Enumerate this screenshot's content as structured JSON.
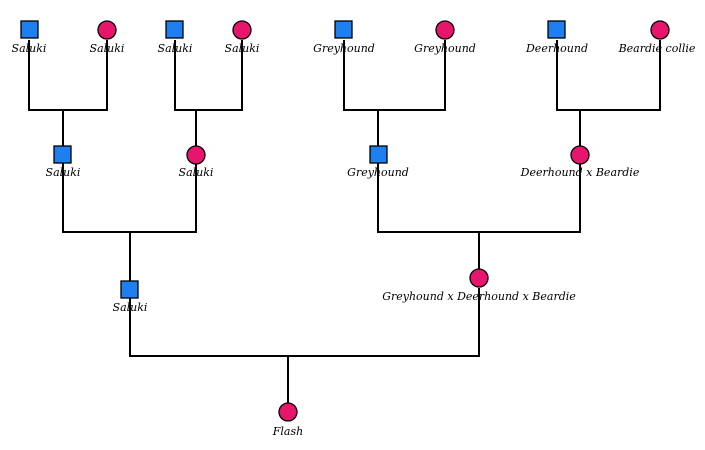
{
  "colors": {
    "male": "#1e7ff0",
    "female": "#e8156d",
    "line": "#000000",
    "background": "#ffffff"
  },
  "legend": {
    "male_symbol": "square",
    "female_symbol": "circle"
  },
  "individuals": {
    "gg1": {
      "name": "Saluki",
      "sex": "male"
    },
    "gg2": {
      "name": "Saluki",
      "sex": "female"
    },
    "gg3": {
      "name": "Saluki",
      "sex": "male"
    },
    "gg4": {
      "name": "Saluki",
      "sex": "female"
    },
    "gg5": {
      "name": "Greyhound",
      "sex": "male"
    },
    "gg6": {
      "name": "Greyhound",
      "sex": "female"
    },
    "gg7": {
      "name": "Deerhound",
      "sex": "male"
    },
    "gg8": {
      "name": "Beardie collie",
      "sex": "female"
    },
    "g1": {
      "name": "Saluki",
      "sex": "male"
    },
    "g2": {
      "name": "Saluki",
      "sex": "female"
    },
    "g3": {
      "name": "Greyhound",
      "sex": "male"
    },
    "g4": {
      "name": "Deerhound x Beardie",
      "sex": "female"
    },
    "sire": {
      "name": "Saluki",
      "sex": "male"
    },
    "dam": {
      "name": "Greyhound x Deerhound x Beardie",
      "sex": "female"
    },
    "subject": {
      "name": "Flash",
      "sex": "female"
    }
  }
}
